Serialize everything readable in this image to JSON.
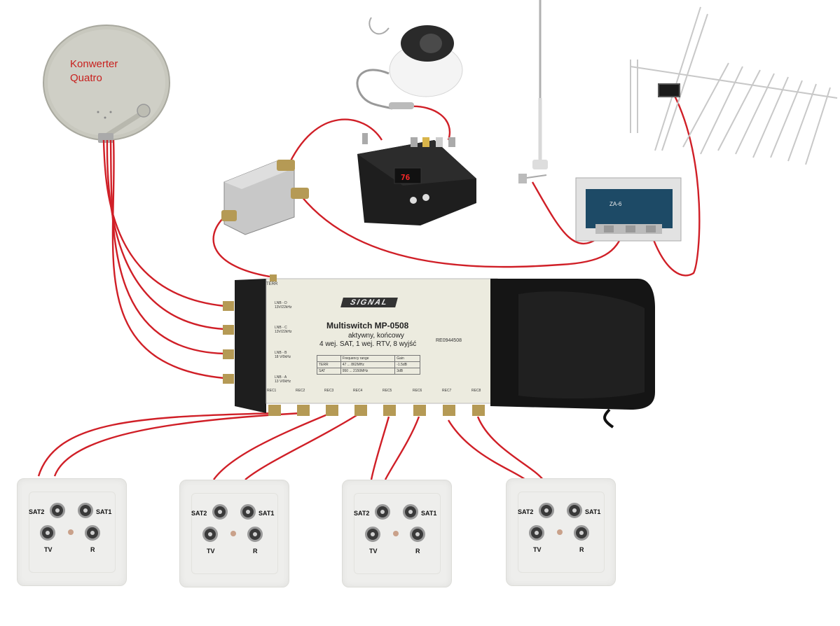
{
  "dish": {
    "label_line1": "Konwerter",
    "label_line2": "Quatro"
  },
  "multiswitch": {
    "brand": "SIGNAL",
    "model": "Multiswitch MP-0508",
    "desc1": "aktywny, końcowy",
    "desc2": "4 wej. SAT, 1 wej. RTV, 8 wyjść",
    "terr_label": "TERR",
    "inputs": [
      {
        "label": "LNB - D",
        "sub": "13V/22kHz"
      },
      {
        "label": "LNB - C",
        "sub": "13V/22kHz"
      },
      {
        "label": "LNB - B",
        "sub": "18 V/0kHz"
      },
      {
        "label": "LNB - A",
        "sub": "13 V/0kHz"
      }
    ],
    "outputs": [
      "REC1",
      "REC2",
      "REC3",
      "REC4",
      "REC5",
      "REC6",
      "REC7",
      "REC8"
    ],
    "table": {
      "headers": [
        "",
        "Frequency range",
        "Gain"
      ],
      "rows": [
        [
          "TERR",
          "47 ... 862MHz",
          "-1.5dB"
        ],
        [
          "SAT",
          "950 ... 2150MHz",
          "3dB"
        ]
      ]
    },
    "code": "RE0944508"
  },
  "receiver": {
    "display": "76"
  },
  "amplifier": {
    "label": "ZA-6"
  },
  "sockets": [
    {
      "sat2": "SAT2",
      "sat1": "SAT1",
      "tv": "TV",
      "r": "R"
    },
    {
      "sat2": "SAT2",
      "sat1": "SAT1",
      "tv": "TV",
      "r": "R"
    },
    {
      "sat2": "SAT2",
      "sat1": "SAT1",
      "tv": "TV",
      "r": "R"
    },
    {
      "sat2": "SAT2",
      "sat1": "SAT1",
      "tv": "TV",
      "r": "R"
    }
  ],
  "colors": {
    "cable": "#d01f27",
    "device_dark": "#1e1e1e",
    "device_light": "#e9e9dc",
    "dish": "#c9c9bf"
  }
}
